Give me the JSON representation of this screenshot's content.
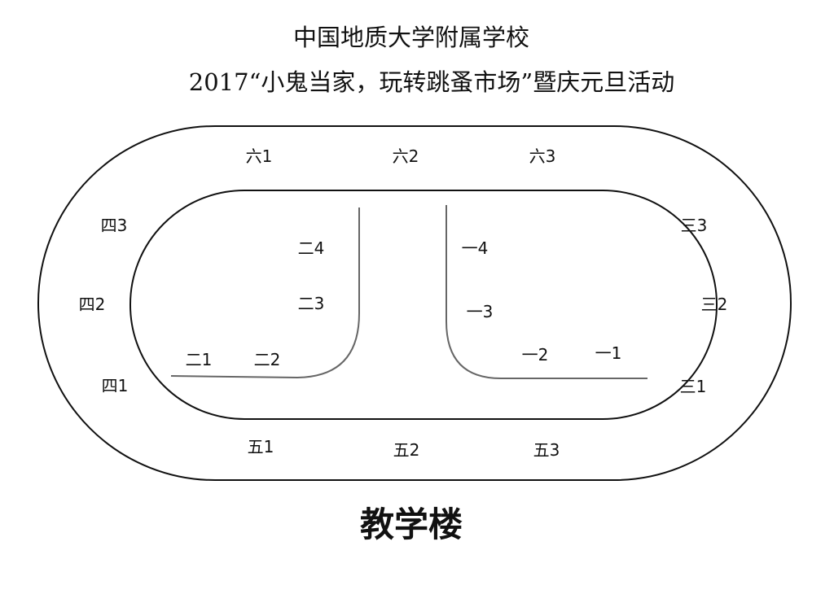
{
  "title": {
    "line1": "中国地质大学附属学校",
    "line2": "2017“小鬼当家，玩转跳蚤市场”暨庆元旦活动"
  },
  "stalls": {
    "liu1": "六1",
    "liu2": "六2",
    "liu3": "六3",
    "si3": "四3",
    "si2": "四2",
    "si1": "四1",
    "san3": "三3",
    "san2": "三2",
    "san1": "三1",
    "wu1": "五1",
    "wu2": "五2",
    "wu3": "五3",
    "er4": "二4",
    "er3": "二3",
    "er1": "二1",
    "er2": "二2",
    "yi4": "一4",
    "yi3": "一3",
    "yi2": "一2",
    "yi1": "一1"
  },
  "building": "教学楼"
}
